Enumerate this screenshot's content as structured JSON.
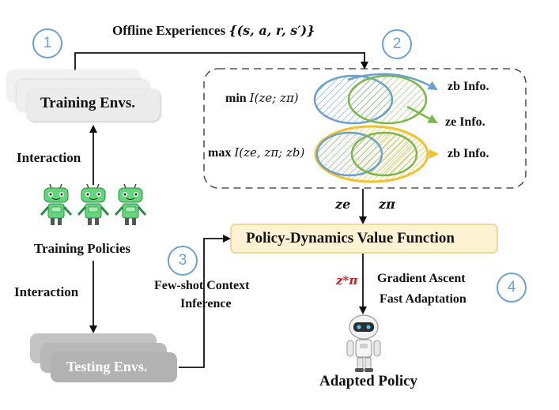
{
  "header": {
    "offline_text": "Offline Experiences",
    "offline_math": "{(s, a, r, s′)}"
  },
  "steps": [
    "1",
    "2",
    "3",
    "4"
  ],
  "envs": {
    "training": "Training Envs.",
    "testing": "Testing Envs."
  },
  "labels": {
    "interaction_top": "Interaction",
    "interaction_bottom": "Interaction",
    "training_policies": "Training Policies",
    "few_shot_line1": "Few-shot Context",
    "few_shot_line2": "Inference",
    "gradient_line1": "Gradient Ascent",
    "gradient_line2": "Fast Adaptation",
    "adapted_policy": "Adapted Policy",
    "value_function": "Policy-Dynamics Value Function"
  },
  "objectives": {
    "min_prefix": "min",
    "min_expr": "I(z",
    "min_full": "I(ze; zπ)",
    "max_prefix": "max",
    "max_full": "I(ze, zπ; zb)"
  },
  "info_labels": [
    "zb Info.",
    "ze Info.",
    "zb Info."
  ],
  "latents": {
    "ze": "ze",
    "zpi": "zπ",
    "zpi_star": "z*π"
  },
  "colors": {
    "blue": "#6a9fd0",
    "green": "#7ab648",
    "yellow": "#f2c12e",
    "value_box": "#fdf3d2",
    "value_border": "#e9cf87",
    "zpi_star": "#d0171a",
    "robot_green": "#63d57a"
  }
}
